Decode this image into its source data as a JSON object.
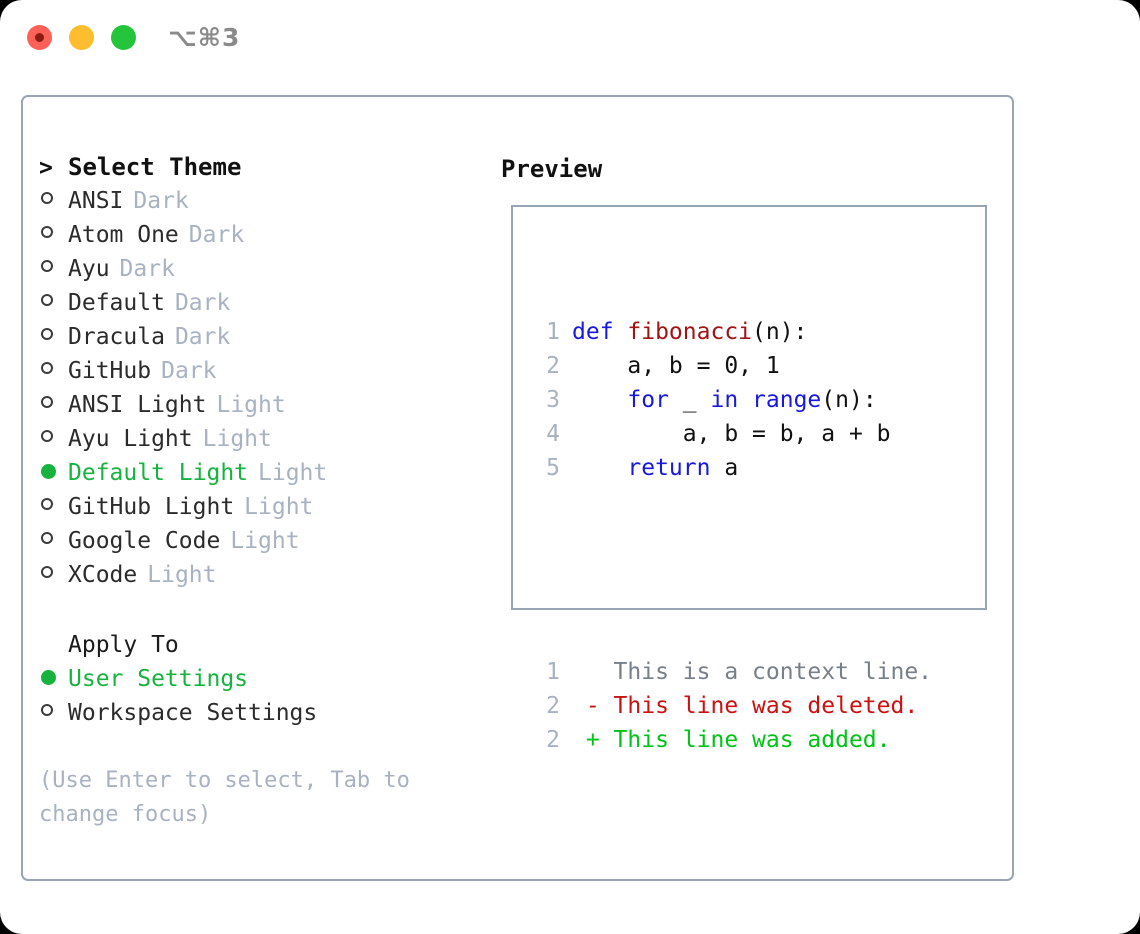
{
  "titlebar": {
    "buttons": [
      {
        "name": "close",
        "color": "#fd6158"
      },
      {
        "name": "minimize",
        "color": "#fdbd2e"
      },
      {
        "name": "zoom",
        "color": "#24c53a"
      }
    ],
    "shortcut": "⌥⌘3"
  },
  "theme_picker": {
    "header_caret": ">",
    "header": "Select Theme",
    "items": [
      {
        "marker": "○",
        "label": "ANSI",
        "suffix": "Dark",
        "selected": false
      },
      {
        "marker": "○",
        "label": "Atom One",
        "suffix": "Dark",
        "selected": false
      },
      {
        "marker": "○",
        "label": "Ayu",
        "suffix": "Dark",
        "selected": false
      },
      {
        "marker": "○",
        "label": "Default",
        "suffix": "Dark",
        "selected": false
      },
      {
        "marker": "○",
        "label": "Dracula",
        "suffix": "Dark",
        "selected": false
      },
      {
        "marker": "○",
        "label": "GitHub",
        "suffix": "Dark",
        "selected": false
      },
      {
        "marker": "○",
        "label": "ANSI Light",
        "suffix": "Light",
        "selected": false
      },
      {
        "marker": "○",
        "label": "Ayu Light",
        "suffix": "Light",
        "selected": false
      },
      {
        "marker": "●",
        "label": "Default Light",
        "suffix": "Light",
        "selected": true
      },
      {
        "marker": "○",
        "label": "GitHub Light",
        "suffix": "Light",
        "selected": false
      },
      {
        "marker": "○",
        "label": "Google Code",
        "suffix": "Light",
        "selected": false
      },
      {
        "marker": "○",
        "label": "XCode",
        "suffix": "Light",
        "selected": false
      }
    ]
  },
  "apply_to": {
    "header": "Apply To",
    "options": [
      {
        "marker": "●",
        "label": "User Settings",
        "selected": true
      },
      {
        "marker": "○",
        "label": "Workspace Settings",
        "selected": false
      }
    ]
  },
  "hint": "(Use Enter to select, Tab to change focus)",
  "preview": {
    "title": "Preview",
    "code_lines": [
      {
        "no": "1",
        "tokens": [
          {
            "t": "def ",
            "c": "kw"
          },
          {
            "t": "fibonacci",
            "c": "fn"
          },
          {
            "t": "(n):",
            "c": "txt"
          }
        ]
      },
      {
        "no": "2",
        "tokens": [
          {
            "t": "    a, b = 0, 1",
            "c": "txt"
          }
        ]
      },
      {
        "no": "3",
        "tokens": [
          {
            "t": "    ",
            "c": "txt"
          },
          {
            "t": "for",
            "c": "kw"
          },
          {
            "t": " _ ",
            "c": "txt"
          },
          {
            "t": "in",
            "c": "kw"
          },
          {
            "t": " ",
            "c": "txt"
          },
          {
            "t": "range",
            "c": "kw"
          },
          {
            "t": "(n):",
            "c": "txt"
          }
        ]
      },
      {
        "no": "4",
        "tokens": [
          {
            "t": "        a, b = b, a + b",
            "c": "txt"
          }
        ]
      },
      {
        "no": "5",
        "tokens": [
          {
            "t": "    ",
            "c": "txt"
          },
          {
            "t": "return",
            "c": "kw"
          },
          {
            "t": " a",
            "c": "txt"
          }
        ]
      }
    ],
    "diff_lines": [
      {
        "no": "1",
        "tokens": [
          {
            "t": "   This is a context line.",
            "c": "ctx"
          }
        ]
      },
      {
        "no": "2",
        "tokens": [
          {
            "t": " - This line was deleted.",
            "c": "del"
          }
        ]
      },
      {
        "no": "2",
        "tokens": [
          {
            "t": " + This line was added.",
            "c": "add"
          }
        ]
      }
    ]
  }
}
